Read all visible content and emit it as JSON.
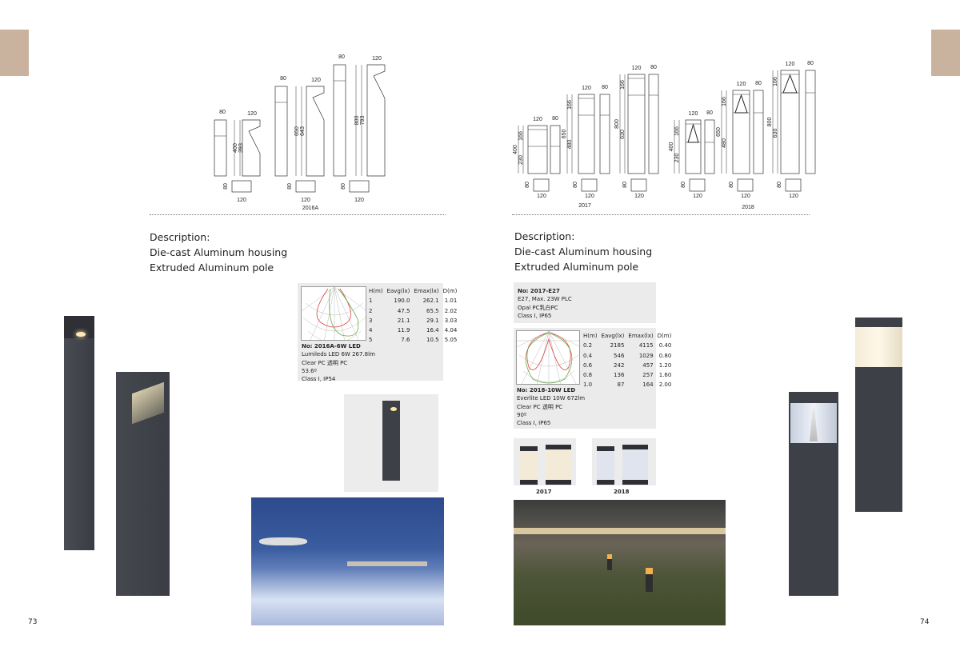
{
  "left_page": {
    "page_number": "73",
    "drawing": {
      "model": "2016A",
      "groups": [
        {
          "width_front": "80",
          "width_side": "120",
          "height_total": "400",
          "height_inner": "393",
          "plan_depth": "80",
          "plan_width": "120"
        },
        {
          "width_front": "80",
          "width_side": "120",
          "height_total": "650",
          "height_inner": "643",
          "plan_depth": "80",
          "plan_width": "120"
        },
        {
          "width_front": "80",
          "width_side": "120",
          "height_total": "800",
          "height_inner": "793",
          "plan_depth": "80",
          "plan_width": "120"
        }
      ]
    },
    "description": {
      "title": "Description:",
      "line1": "Die-cast Aluminum housing",
      "line2": "Extruded Aluminum pole"
    },
    "spec": {
      "headers": [
        "H(m)",
        "Eavg(lx)",
        "Emax(lx)",
        "D(m)"
      ],
      "rows": [
        [
          "1",
          "190.0",
          "262.1",
          "1.01"
        ],
        [
          "2",
          "47.5",
          "65.5",
          "2.02"
        ],
        [
          "3",
          "21.1",
          "29.1",
          "3.03"
        ],
        [
          "4",
          "11.9",
          "16.4",
          "4.04"
        ],
        [
          "5",
          "7.6",
          "10.5",
          "5.05"
        ]
      ],
      "model": "No: 2016A-6W LED",
      "lines": [
        "Lumileds LED 6W 267.8lm",
        "Clear PC 透明 PC",
        "53.6º",
        "Class I, IP54"
      ]
    }
  },
  "right_page": {
    "page_number": "74",
    "drawings": [
      {
        "model": "2017",
        "groups": [
          {
            "width_front": "120",
            "width_side": "80",
            "height_total": "400",
            "height_top": "166",
            "height_bottom": "230",
            "plan_depth": "80",
            "plan_width": "120"
          },
          {
            "width_front": "120",
            "width_side": "80",
            "height_total": "650",
            "height_top": "166",
            "height_bottom": "480",
            "plan_depth": "80",
            "plan_width": "120"
          },
          {
            "width_front": "120",
            "width_side": "80",
            "height_total": "800",
            "height_top": "166",
            "height_bottom": "630",
            "plan_depth": "80",
            "plan_width": "120"
          }
        ]
      },
      {
        "model": "2018",
        "groups": [
          {
            "width_front": "120",
            "width_side": "80",
            "height_total": "400",
            "height_top": "166",
            "height_bottom": "230",
            "plan_depth": "80",
            "plan_width": "120"
          },
          {
            "width_front": "120",
            "width_side": "80",
            "height_total": "650",
            "height_top": "166",
            "height_bottom": "480",
            "plan_depth": "80",
            "plan_width": "120"
          },
          {
            "width_front": "120",
            "width_side": "80",
            "height_total": "800",
            "height_top": "166",
            "height_bottom": "630",
            "plan_depth": "80",
            "plan_width": "120"
          }
        ]
      }
    ],
    "description": {
      "title": "Description:",
      "line1": "Die-cast Aluminum housing",
      "line2": "Extruded Aluminum pole"
    },
    "spec_e27": {
      "model": "No: 2017-E27",
      "lines": [
        "E27, Max. 23W PLC",
        "Opal PC乳白PC",
        "Class I, IP65"
      ]
    },
    "spec_led": {
      "headers": [
        "H(m)",
        "Eavg(lx)",
        "Emax(lx)",
        "D(m)"
      ],
      "rows": [
        [
          "0.2",
          "2185",
          "4115",
          "0.40"
        ],
        [
          "0.4",
          "546",
          "1029",
          "0.80"
        ],
        [
          "0.6",
          "242",
          "457",
          "1.20"
        ],
        [
          "0.8",
          "136",
          "257",
          "1.60"
        ],
        [
          "1.0",
          "87",
          "164",
          "2.00"
        ]
      ],
      "model": "No: 2018-10W LED",
      "lines": [
        "Everlite LED 10W 672lm",
        "Clear PC 透明 PC",
        "90º",
        "Class I, IP65"
      ]
    },
    "thumb_labels": [
      "2017",
      "2018"
    ]
  },
  "colors": {
    "tab": "#c9b39f",
    "fixture": "#3e4048",
    "panel": "#ebebeb"
  }
}
